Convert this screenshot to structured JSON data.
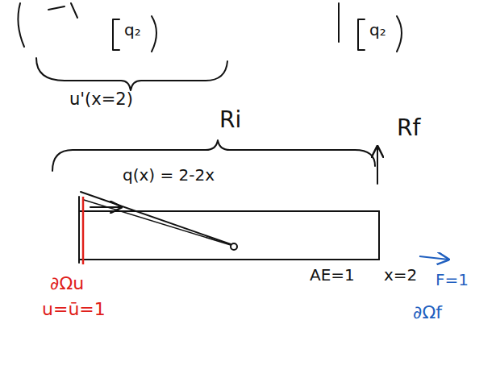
{
  "diagram": {
    "labels": [
      "q₂",
      "q₂",
      "u'(x=2)",
      "Ri",
      "Rf",
      "q(x) = 2-2x",
      "AE=1",
      "x=2",
      "F=1",
      "∂Ωu",
      "u=ū=1",
      "∂Ωf"
    ]
  }
}
